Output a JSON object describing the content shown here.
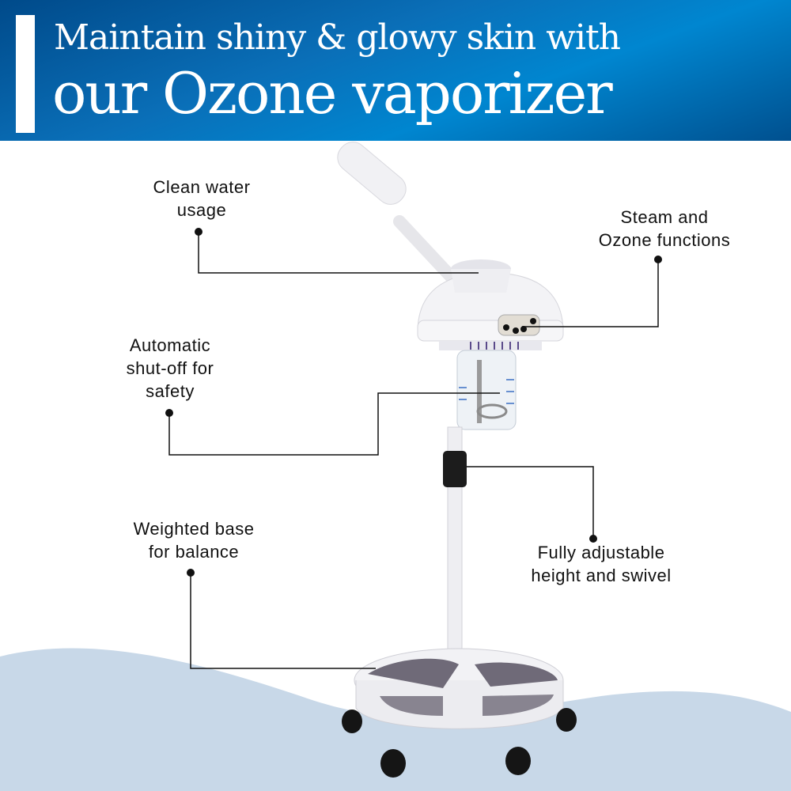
{
  "header": {
    "line1": "Maintain shiny & glowy skin with",
    "line2": "our Ozone vaporizer"
  },
  "callouts": [
    {
      "text": "Clean water usage",
      "l1": "Clean water",
      "l2": "usage"
    },
    {
      "text": "Steam and Ozone functions",
      "l1": "Steam and",
      "l2": "Ozone functions"
    },
    {
      "text": "Automatic shut-off for safety",
      "l1": "Automatic",
      "l2": "shut-off for",
      "l3": "safety"
    },
    {
      "text": "Weighted base for balance",
      "l1": "Weighted base",
      "l2": "for balance"
    },
    {
      "text": "Fully adjustable height and swivel",
      "l1": "Fully adjustable",
      "l2": "height and swivel"
    }
  ],
  "colors": {
    "banner": "#0a6fb8",
    "wave": "#c8d8e8",
    "accent_white": "#ffffff"
  }
}
